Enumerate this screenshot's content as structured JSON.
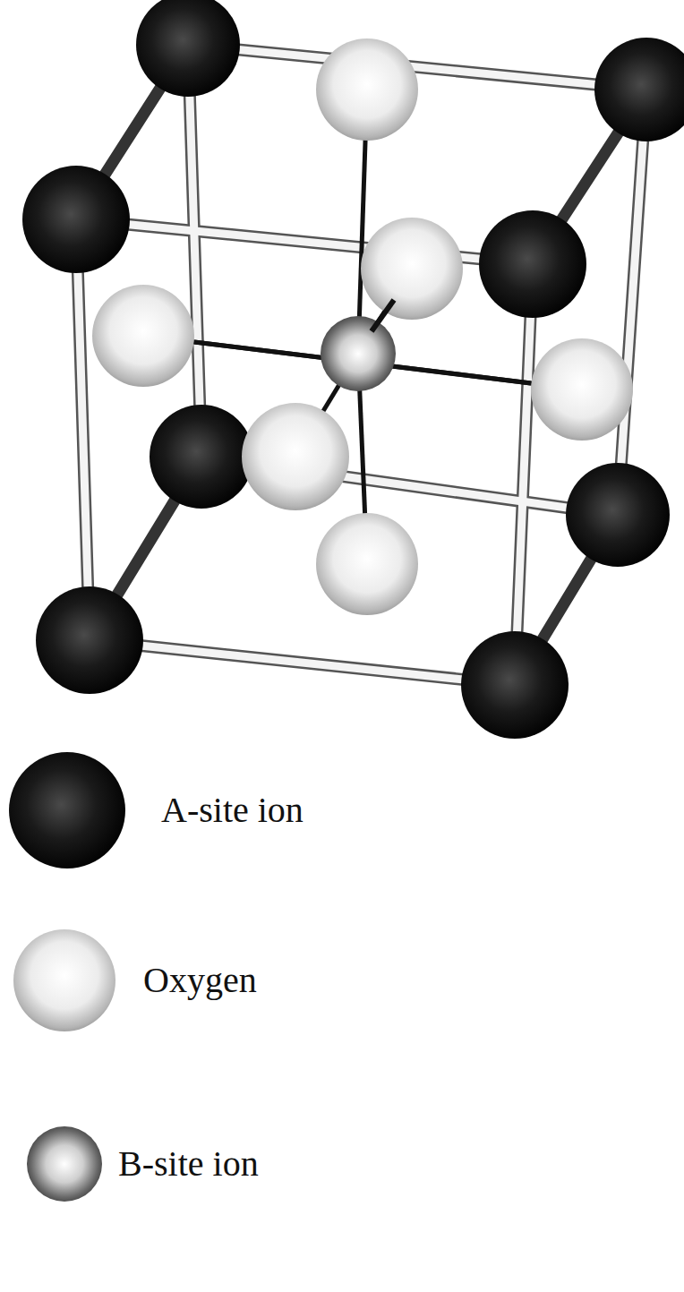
{
  "diagram": {
    "legend": [
      {
        "text": "A-site ion"
      },
      {
        "text": "Oxygen"
      },
      {
        "text": "B-site ion"
      }
    ]
  }
}
